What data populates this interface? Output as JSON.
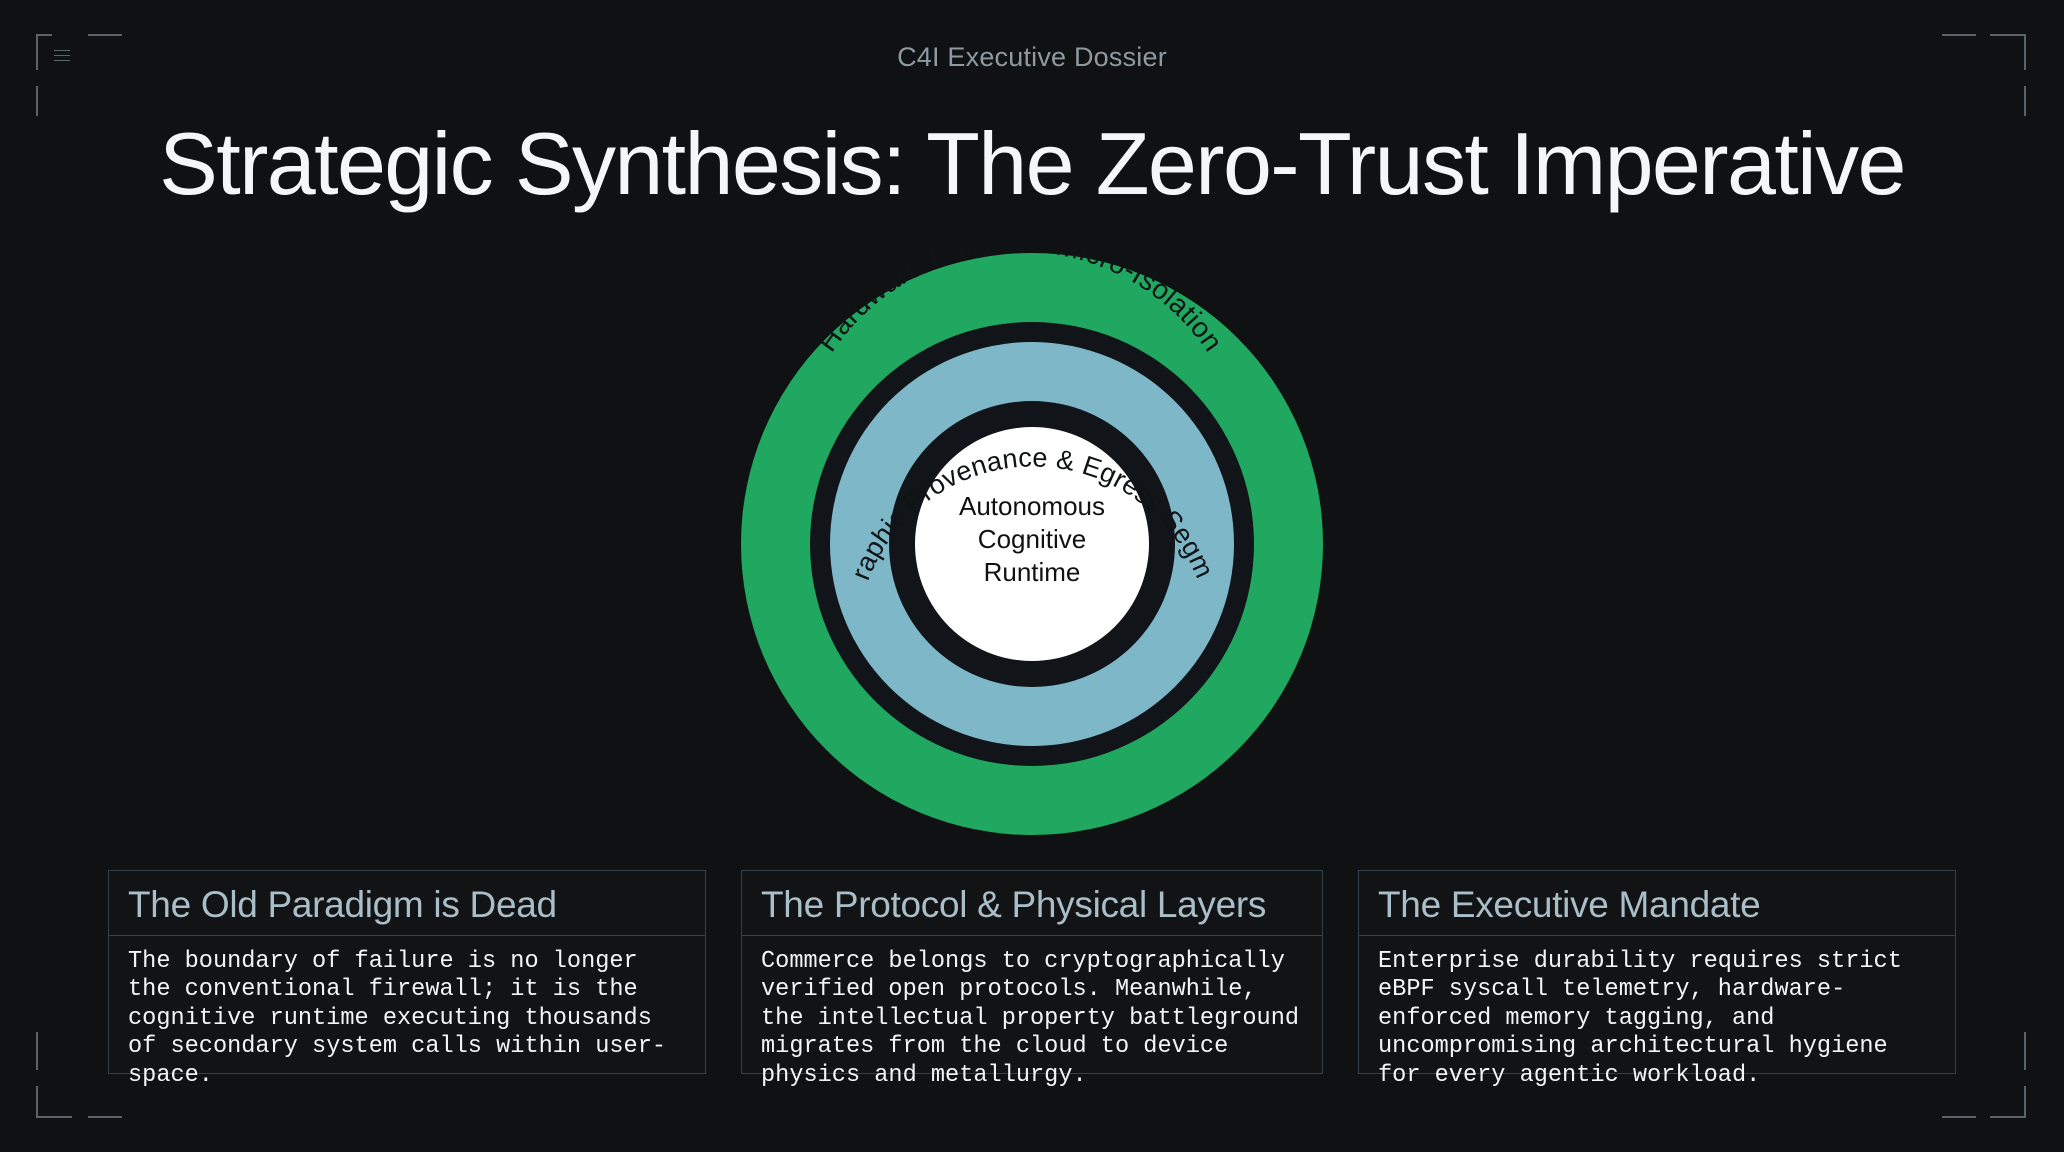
{
  "header": {
    "kicker": "C4I Executive Dossier",
    "title": "Strategic Synthesis: The Zero-Trust Imperative"
  },
  "diagram": {
    "outer_ring_label": "Hardware-Enforced Micro-Isolation",
    "middle_ring_label": "Cryptographic Provenance & Egress Segmentation",
    "core_lines": [
      "Autonomous",
      "Cognitive",
      "Runtime"
    ],
    "colors": {
      "outer_ring": "#20a860",
      "middle_ring": "#7eb8c8",
      "core": "#ffffff",
      "separator": "#111418"
    }
  },
  "panels": [
    {
      "title": "The Old Paradigm is Dead",
      "body": "The boundary of failure is no longer the conventional firewall; it is the cognitive runtime executing thousands of secondary system calls within user-space."
    },
    {
      "title": "The Protocol & Physical Layers",
      "body": "Commerce belongs to cryptographically verified open protocols. Meanwhile, the intellectual property battleground migrates from the cloud to device physics and metallurgy."
    },
    {
      "title": "The Executive Mandate",
      "body": "Enterprise durability requires strict eBPF syscall telemetry, hardware-enforced memory tagging, and uncompromising architectural hygiene for every agentic workload."
    }
  ],
  "icons": {
    "top_left": "menu-lines-icon"
  }
}
